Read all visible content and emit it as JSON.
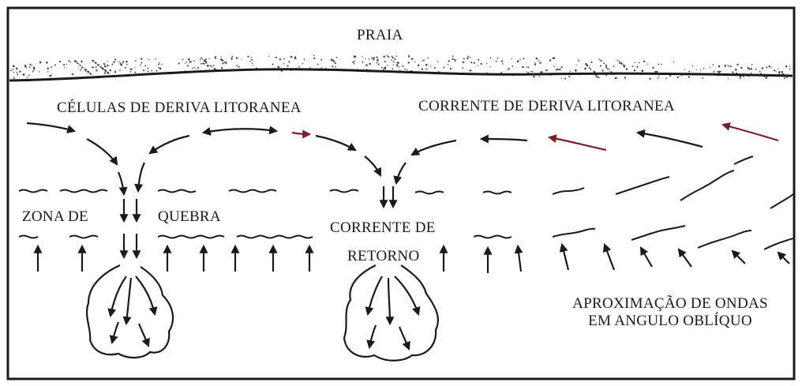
{
  "diagram": {
    "beach_label": "PRAIA",
    "cells_label": "CÉLULAS DE DERIVA LITORANEA",
    "drift_label": "CORRENTE DE DERIVA LITORANEA",
    "surf_zone_label_1": "ZONA DE",
    "surf_zone_label_2": "QUEBRA",
    "rip_label_line1": "CORRENTE DE",
    "rip_label_line2": "RETORNO",
    "waves_label_line1": "APROXIMAÇÃO DE ONDAS",
    "waves_label_line2": "EM ANGULO OBLÍQUO",
    "colors": {
      "ink": "#1a1a1a",
      "accent_arrow": "#7a1f2a",
      "background": "#ffffff"
    }
  }
}
